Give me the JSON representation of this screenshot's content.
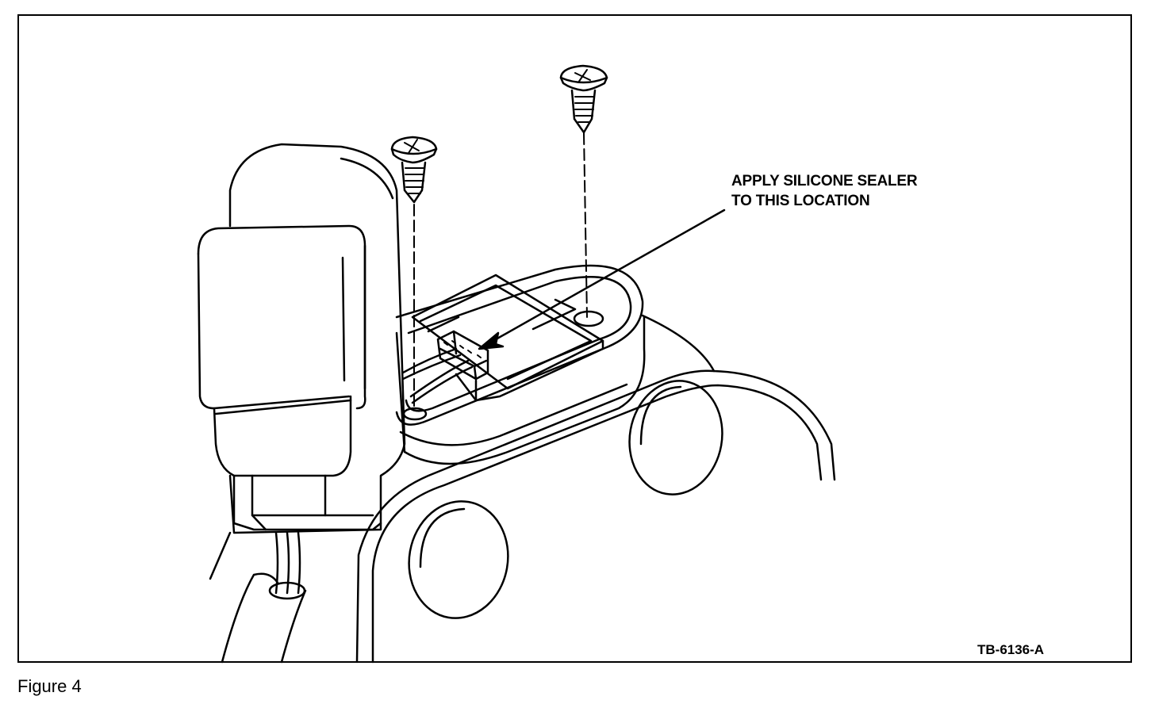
{
  "callout": {
    "line1": "APPLY SILICONE SEALER",
    "line2": "TO THIS LOCATION"
  },
  "figure_id": "TB-6136-A",
  "caption": "Figure 4",
  "colors": {
    "ink": "#000000",
    "paper": "#ffffff"
  }
}
